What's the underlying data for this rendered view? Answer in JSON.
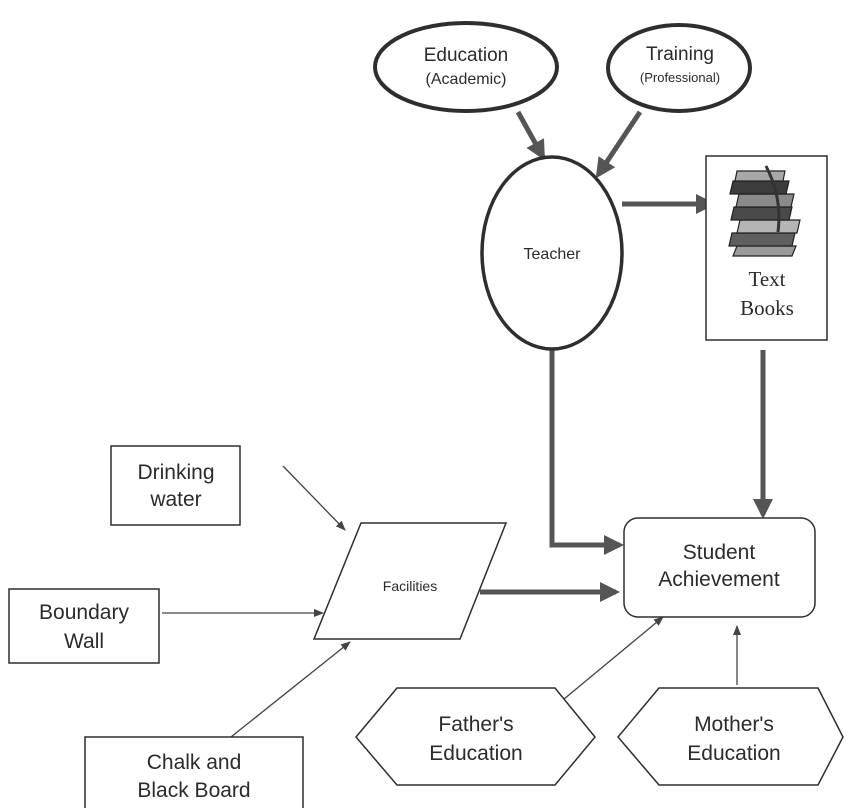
{
  "nodes": {
    "education": {
      "title": "Education",
      "subtitle": "(Academic)"
    },
    "training": {
      "title": "Training",
      "subtitle": "(Professional)"
    },
    "teacher": {
      "label": "Teacher"
    },
    "textbooks": {
      "line1": "Text",
      "line2": "Books",
      "icon": "books-stack-icon"
    },
    "drinking_water": {
      "line1": "Drinking",
      "line2": "water"
    },
    "boundary_wall": {
      "line1": "Boundary",
      "line2": "Wall"
    },
    "chalk_board": {
      "line1": "Chalk and",
      "line2": "Black Board"
    },
    "facilities": {
      "label": "Facilities"
    },
    "student_achievement": {
      "line1": "Student",
      "line2": "Achievement"
    },
    "fathers_education": {
      "line1": "Father's",
      "line2": "Education"
    },
    "mothers_education": {
      "line1": "Mother's",
      "line2": "Education"
    }
  },
  "colors": {
    "stroke": "#2e2e2e",
    "arrow_thick": "#555555",
    "arrow_thin": "#444444",
    "text": "#2b2b2b"
  }
}
